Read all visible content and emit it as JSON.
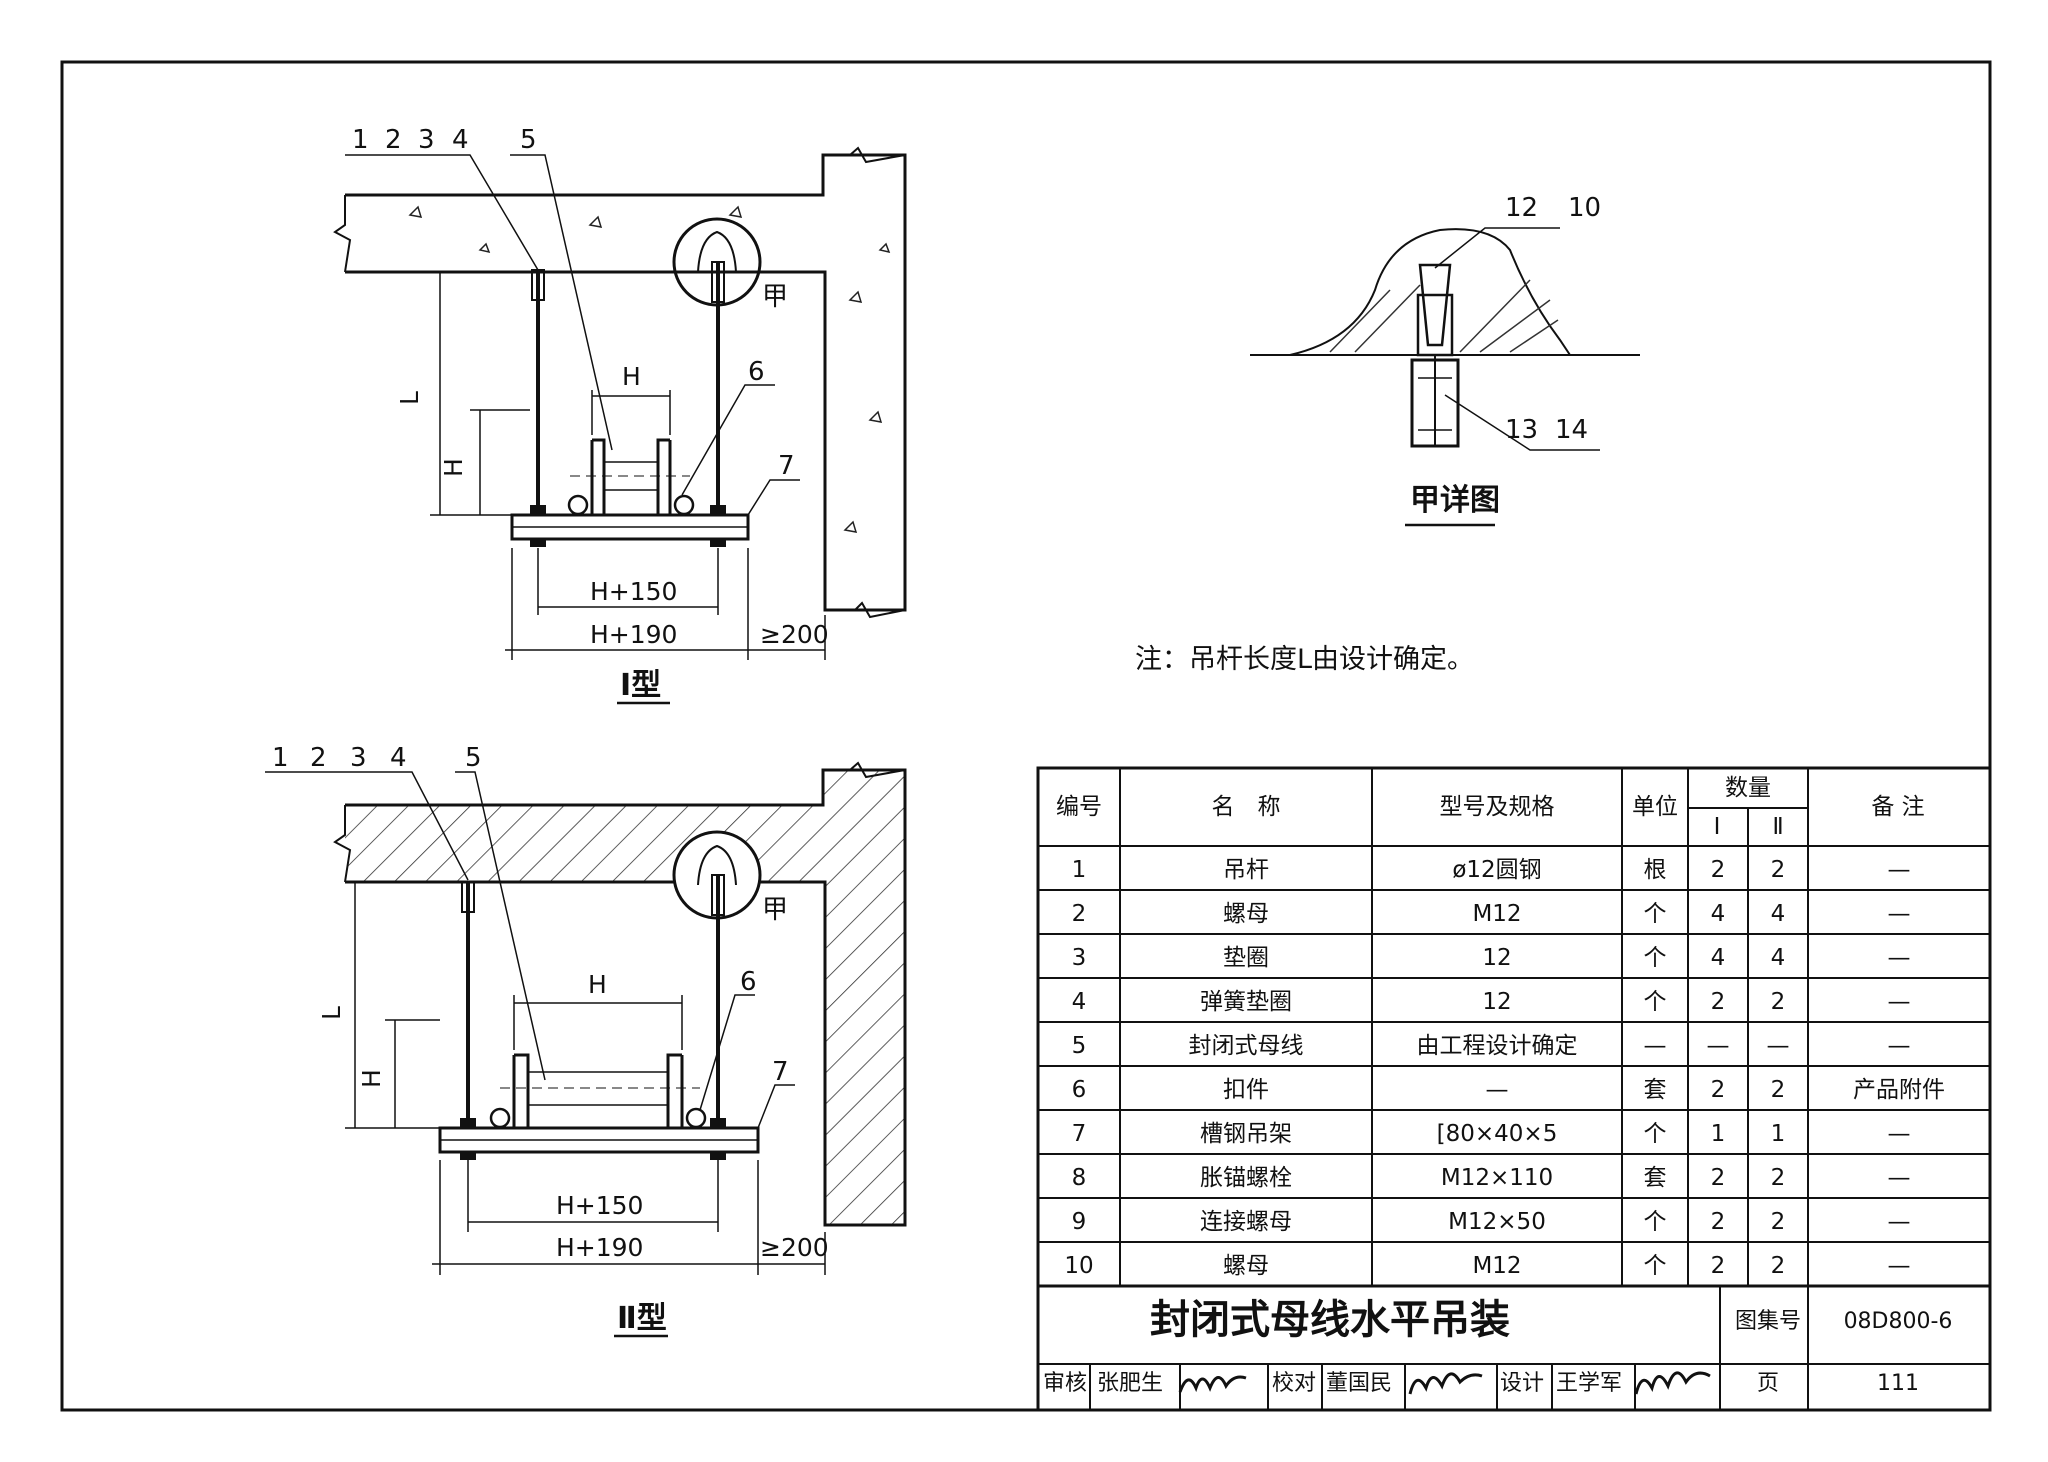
{
  "drawing_type_I": {
    "caption": "Ⅰ型",
    "part_labels": [
      "1",
      "2",
      "3",
      "4",
      "5",
      "6",
      "7"
    ],
    "dim_L": "L",
    "dim_H_vertical": "H",
    "dim_H_top": "H",
    "dim_h150": "H+150",
    "dim_h190": "H+190",
    "dim_200": "≥200",
    "detail_mark": "甲"
  },
  "drawing_type_II": {
    "caption": "Ⅱ型",
    "part_labels": [
      "1",
      "2",
      "3",
      "4",
      "5",
      "6",
      "7"
    ],
    "dim_L": "L",
    "dim_H_vertical": "H",
    "dim_H_top": "H",
    "dim_h150": "H+150",
    "dim_h190": "H+190",
    "dim_200": "≥200",
    "detail_mark": "甲"
  },
  "detail_view": {
    "caption": "甲详图",
    "labels": [
      "12",
      "10",
      "13",
      "14"
    ]
  },
  "note": "注：吊杆长度L由设计确定。",
  "table": {
    "headers": {
      "no": "编号",
      "name": "名　称",
      "spec": "型号及规格",
      "unit": "单位",
      "qty": "数量",
      "qty_I": "Ⅰ",
      "qty_II": "Ⅱ",
      "remark": "备 注"
    },
    "rows": [
      {
        "no": "1",
        "name": "吊杆",
        "spec": "ø12圆钢",
        "unit": "根",
        "qI": "2",
        "qII": "2",
        "remark": "—"
      },
      {
        "no": "2",
        "name": "螺母",
        "spec": "M12",
        "unit": "个",
        "qI": "4",
        "qII": "4",
        "remark": "—"
      },
      {
        "no": "3",
        "name": "垫圈",
        "spec": "12",
        "unit": "个",
        "qI": "4",
        "qII": "4",
        "remark": "—"
      },
      {
        "no": "4",
        "name": "弹簧垫圈",
        "spec": "12",
        "unit": "个",
        "qI": "2",
        "qII": "2",
        "remark": "—"
      },
      {
        "no": "5",
        "name": "封闭式母线",
        "spec": "由工程设计确定",
        "unit": "—",
        "qI": "—",
        "qII": "—",
        "remark": "—"
      },
      {
        "no": "6",
        "name": "扣件",
        "spec": "—",
        "unit": "套",
        "qI": "2",
        "qII": "2",
        "remark": "产品附件"
      },
      {
        "no": "7",
        "name": "槽钢吊架",
        "spec": "[80×40×5",
        "unit": "个",
        "qI": "1",
        "qII": "1",
        "remark": "—"
      },
      {
        "no": "8",
        "name": "胀锚螺栓",
        "spec": "M12×110",
        "unit": "套",
        "qI": "2",
        "qII": "2",
        "remark": "—"
      },
      {
        "no": "9",
        "name": "连接螺母",
        "spec": "M12×50",
        "unit": "个",
        "qI": "2",
        "qII": "2",
        "remark": "—"
      },
      {
        "no": "10",
        "name": "螺母",
        "spec": "M12",
        "unit": "个",
        "qI": "2",
        "qII": "2",
        "remark": "—"
      }
    ]
  },
  "title_block": {
    "title": "封闭式母线水平吊装",
    "atlas_label": "图集号",
    "atlas_no": "08D800-6",
    "review_label": "审核",
    "reviewer": "张肥生",
    "check_label": "校对",
    "checker": "董国民",
    "design_label": "设计",
    "designer": "王学军",
    "page_label": "页",
    "page_no": "111"
  }
}
